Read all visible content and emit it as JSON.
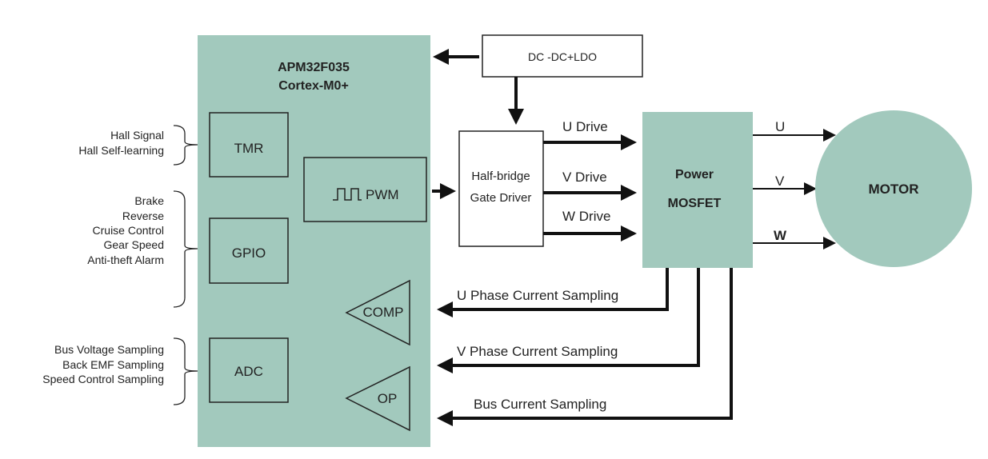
{
  "mcu": {
    "name": "APM32F035",
    "core": "Cortex-M0+",
    "tmr": "TMR",
    "gpio": "GPIO",
    "adc": "ADC",
    "pwm": "PWM",
    "comp": "COMP",
    "op": "OP"
  },
  "inputs": {
    "tmr_group": [
      "Hall Signal",
      "Hall Self-learning"
    ],
    "gpio_group": [
      "Brake",
      "Reverse",
      "Cruise Control",
      "Gear Speed",
      "Anti-theft Alarm"
    ],
    "adc_group": [
      "Bus Voltage Sampling",
      "Back EMF Sampling",
      "Speed Control Sampling"
    ]
  },
  "power_supply": "DC -DC+LDO",
  "gate_driver": [
    "Half-bridge",
    "Gate Driver"
  ],
  "drives": [
    "U Drive",
    "V Drive",
    "W Drive"
  ],
  "mosfet": [
    "Power",
    "MOSFET"
  ],
  "phases": [
    "U",
    "V",
    "W"
  ],
  "motor": "MOTOR",
  "feedback": [
    "U Phase Current Sampling",
    "V Phase Current Sampling",
    "Bus Current Sampling"
  ],
  "colors": {
    "block_fill": "#a2c9bd",
    "line": "#111111"
  }
}
